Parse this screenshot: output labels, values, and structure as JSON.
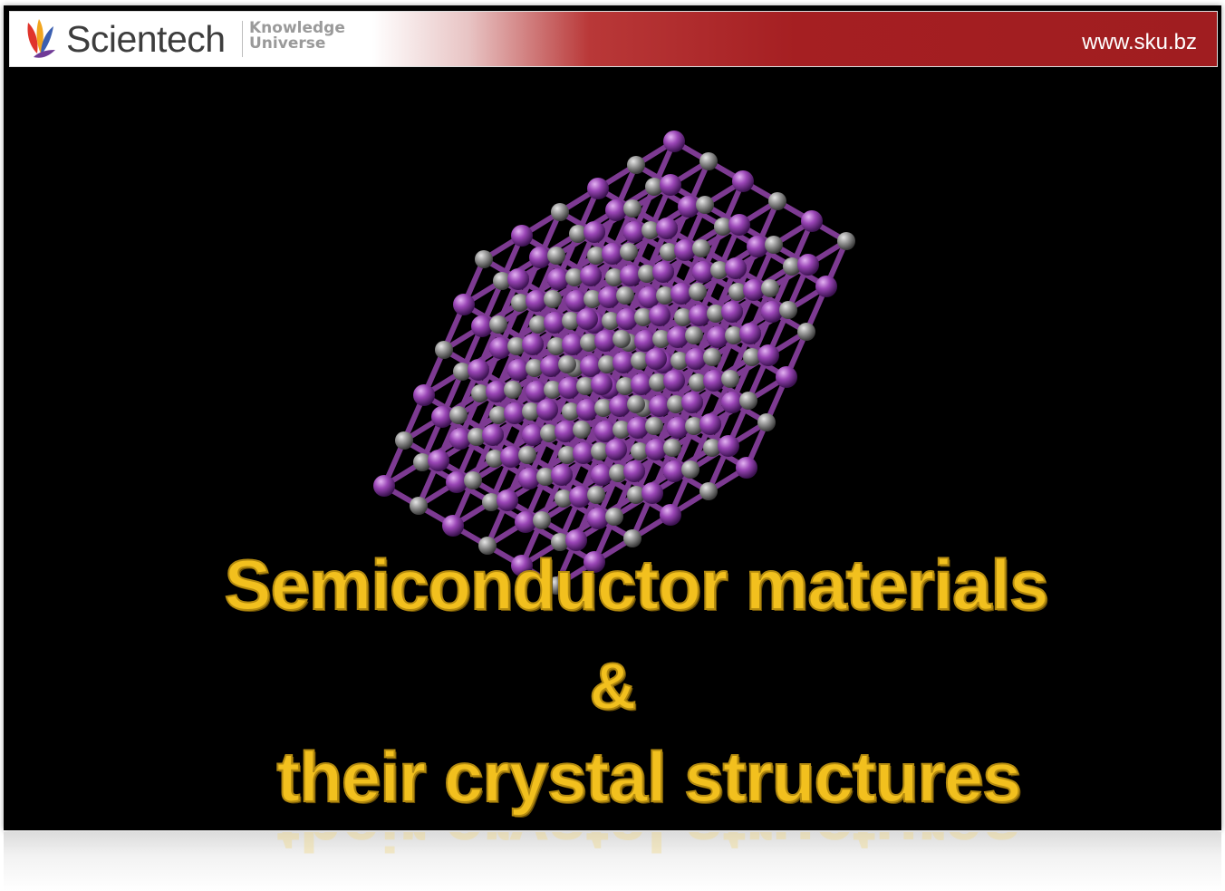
{
  "header": {
    "brand": "Scientech",
    "tagline_line1": "Knowledge",
    "tagline_line2": "Universe",
    "url": "www.sku.bz"
  },
  "title": {
    "line1": "Semiconductor materials",
    "line2": "&",
    "line3": "their crystal structures"
  },
  "icons": {
    "logo": "scientech-leaf-logo-icon",
    "crystal": "crystal-lattice-icon"
  },
  "colors": {
    "header_red": "#a51f22",
    "title_yellow": "#f2c01e",
    "atom_purple": "#8a3fa3",
    "atom_gray": "#8d8d8d",
    "background": "#000000"
  }
}
